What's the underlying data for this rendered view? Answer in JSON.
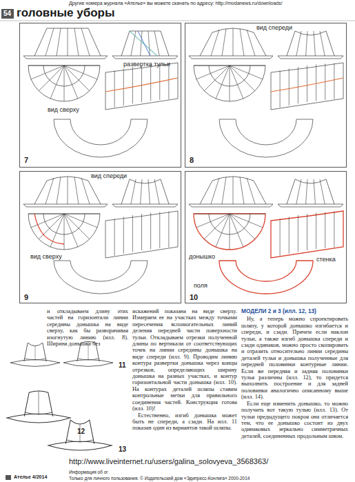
{
  "diagram": {
    "title": "головные уборы",
    "nodes": [
      {
        "text": [
          "вид сверху",
          "развертка тульи",
          "7"
        ]
      },
      {
        "text": [
          "вид спереди",
          "8"
        ]
      },
      {
        "text": [
          "вид спереди",
          "вид сверху",
          "9"
        ]
      },
      {
        "text": [
          "донышко",
          "стенка",
          "поля",
          "10"
        ]
      }
    ],
    "labels": [
      "Другие номера журнала «Ателье» вы можете скачать по адресу: http://modanews.ru/downloads/",
      "54",
      "и откладываем длину этих частей на горизонтали линии середины донышка на виде сверху, как бы разворачивая изогнутую линию (илл. 8). Ширина донышка без",
      "искажений показана на виде сверху. Измеряем ее на участках между точками пересечения вспомогательных линий деления передней части поверхности тульи. Откладываем отрезки полученной длины по вертикали от соответствующих точек на линии середины донышка на виде спереди (илл. 9). Проводим линию контура развертки донышка через концы отрезков, определяющих ширину донышка на разных участках, и контур горизонтальной части донышка (илл. 10). На контурах деталей шляпы ставим контрольные метки для правильного соединения частей. Конструкция готова (илл. 10)!",
      "Естественно, изгиб донышка может быть не спереди, а сзади. На илл. 11 показан один из вариантов такой шляпы.",
      "МОДЕЛИ 2 и 3 (илл. 12, 13)",
      "Ну, а теперь можно спроектировать шляпу, у которой донышко изгибается и спереди, и сзади. Причем если наклон тульи, а также изгиб донышка спереди и сзади одинаков, можно просто скопировать и отразить относительно линии середины деталей тульи и донышка полученные для передней половинки контурные линии. Если же передняя и задняя половинки тулья различны (илл. 12), то придется выполнить построение и для задней половинки аналогично описанному выше (илл. 14).",
      "Если еще изменить донышко, то можно получить вот такую тулью (илл. 13). От тульи предыдущего покроя она отличается тем, что ее донышко состоит из двух одинаковых зеркально симметричных деталей, соединенных продольным швом.",
      "11",
      "12",
      "13",
      "Ателье 4/2014",
      "Информация об ог",
      "Только для личного пользования. © Издательский дом «Эдипресс-Конлига» 2000-2014",
      "http://www.liveinternet.ru/users/galina_solovyeva_3568363/"
    ]
  }
}
